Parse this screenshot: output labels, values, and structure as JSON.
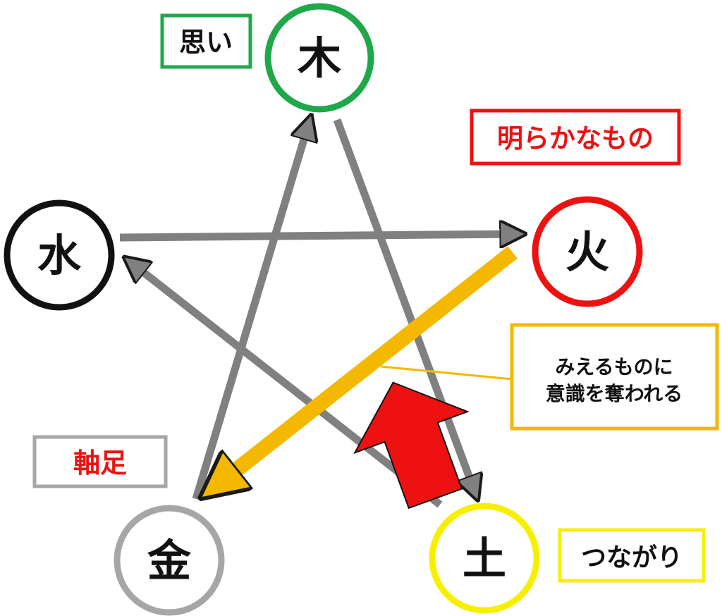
{
  "nodes": {
    "wood": {
      "label": "木",
      "color": "#1fa84a"
    },
    "fire": {
      "label": "火",
      "color": "#ee1111"
    },
    "earth": {
      "label": "土",
      "color": "#f6f000"
    },
    "metal": {
      "label": "金",
      "color": "#a6a6a6"
    },
    "water": {
      "label": "水",
      "color": "#111111"
    }
  },
  "tags": {
    "wood_tag": {
      "text": "思い",
      "border_color": "#1fa84a",
      "text_color": "#111111"
    },
    "fire_tag": {
      "text": "明らかなもの",
      "border_color": "#ee1111",
      "text_color": "#ee1111"
    },
    "earth_tag": {
      "text": "つながり",
      "border_color": "#f6f000",
      "text_color": "#111111"
    },
    "metal_tag": {
      "text": "軸足",
      "border_color": "#a6a6a6",
      "text_color": "#ee1111"
    }
  },
  "callout": {
    "line1": "みえるものに",
    "line2": "意識を奪われる",
    "border_color": "#f5b800"
  },
  "arrow_colors": {
    "gray": "#808080",
    "highlight": "#f5b800",
    "big_arrow": "#ee1111"
  }
}
